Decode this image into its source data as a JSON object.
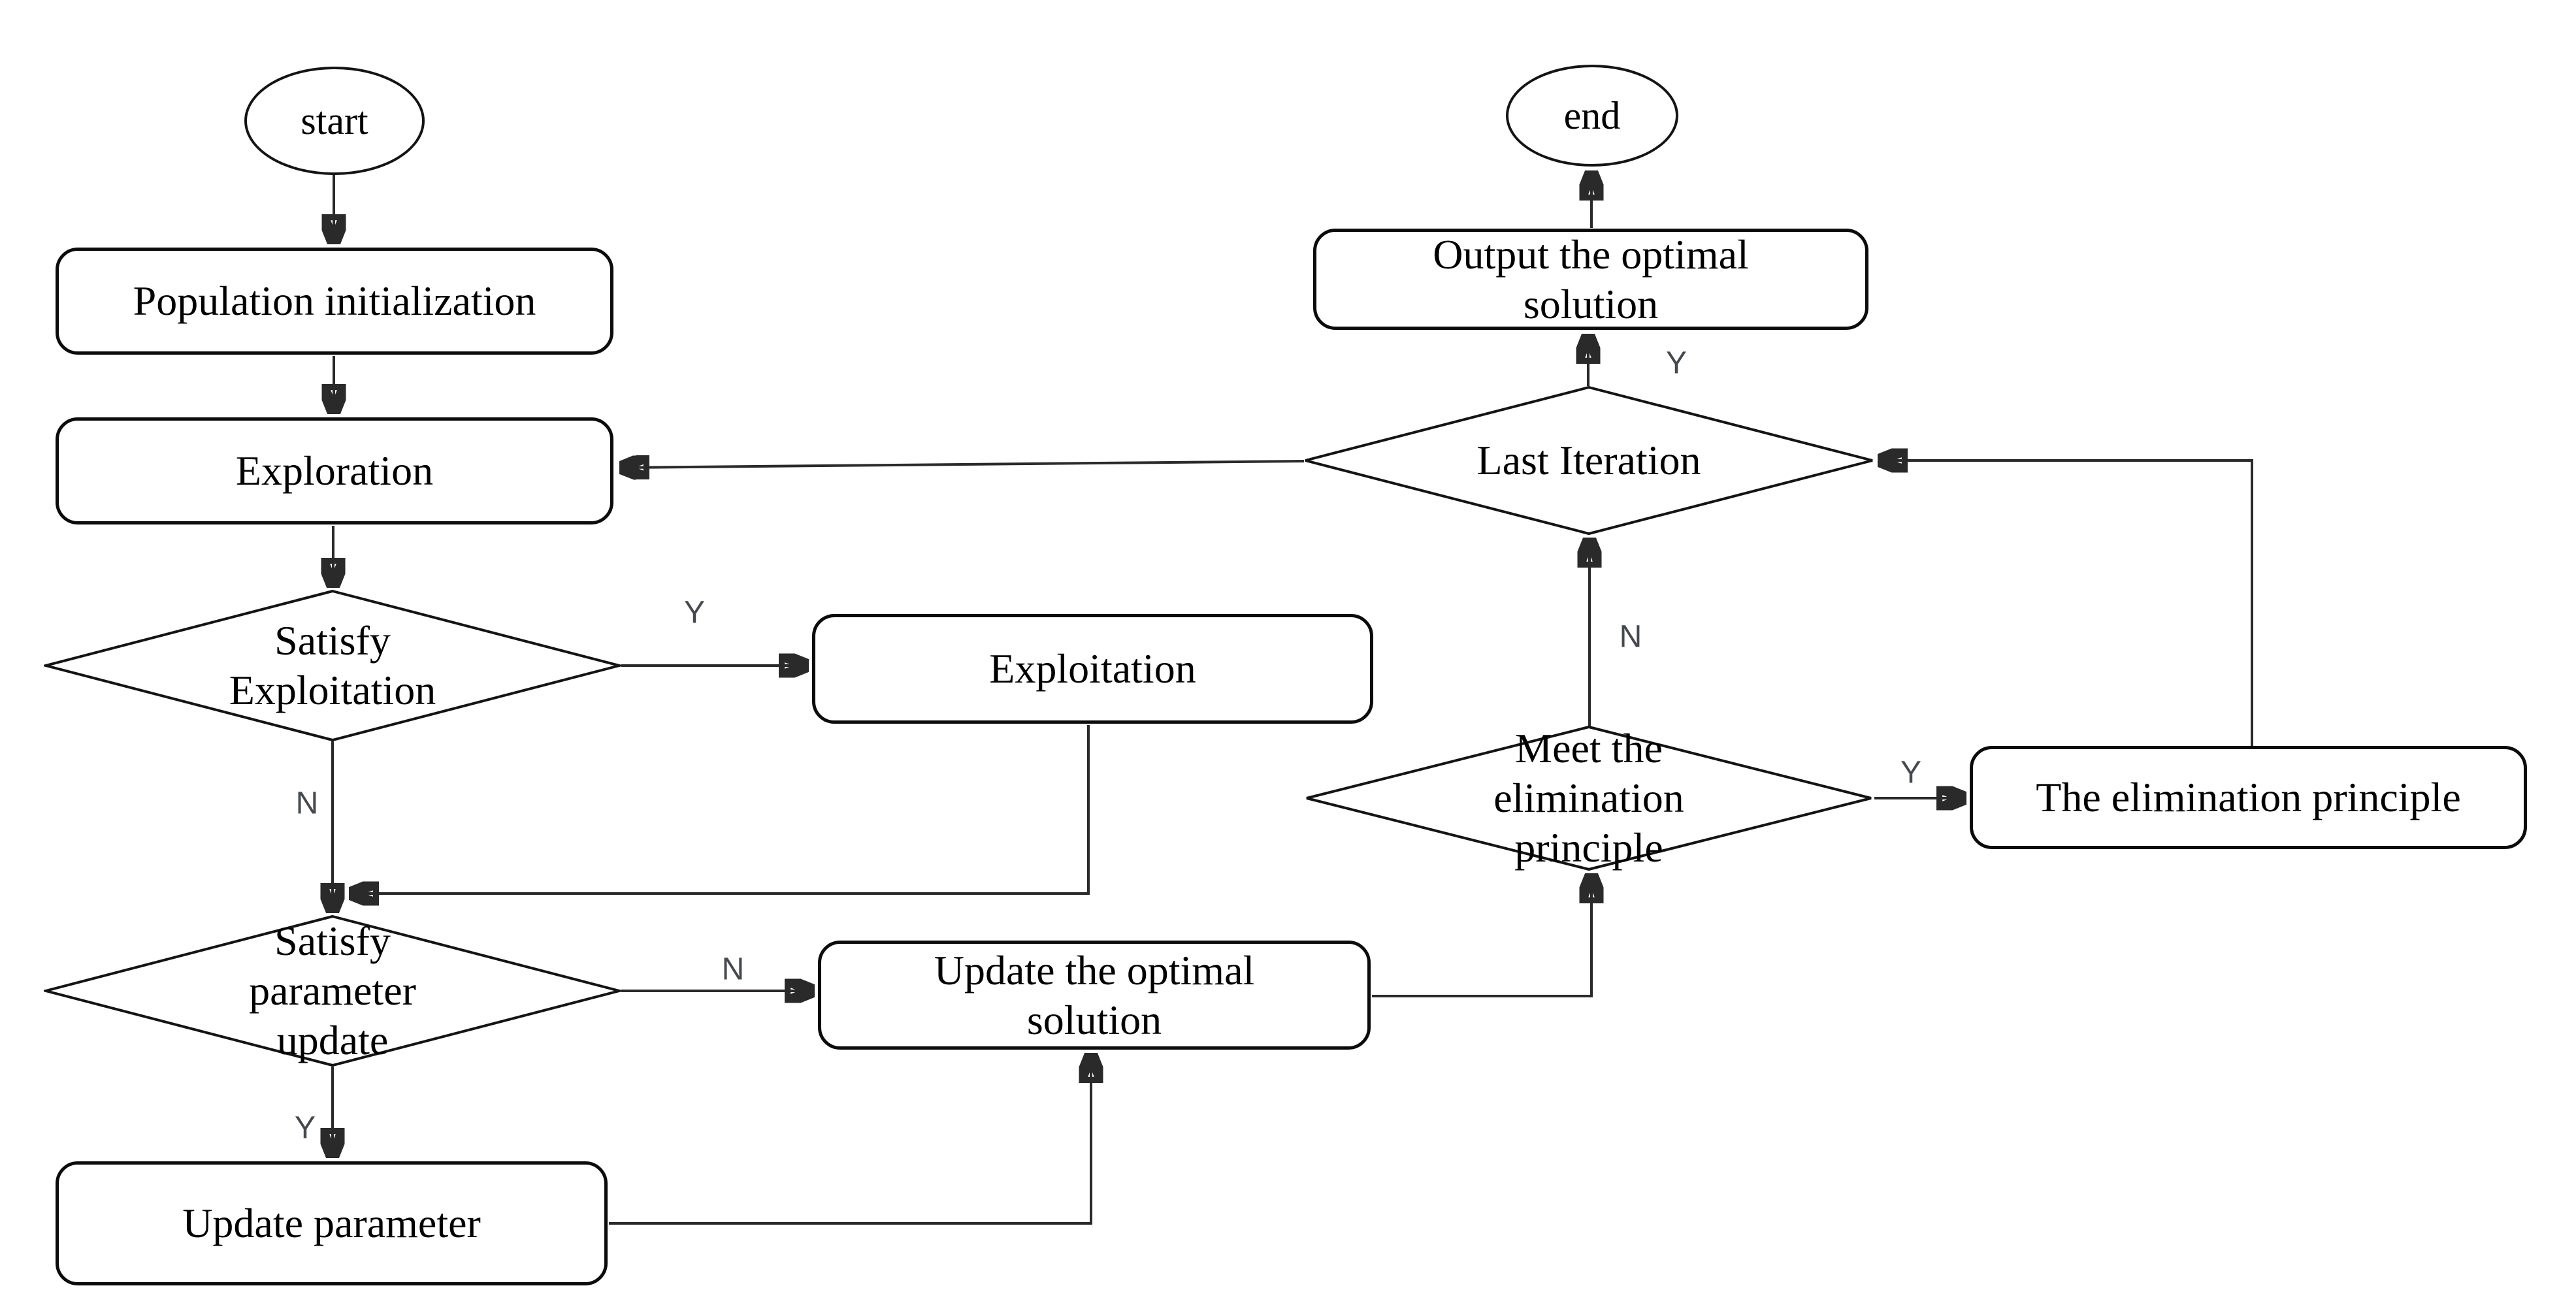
{
  "diagram": {
    "title": "optimization algorithm flowchart",
    "type": "flowchart",
    "colors": {
      "background": "#ffffff",
      "shape_stroke": "#0b0b0b",
      "connector": "#2a2a2a",
      "text": "#000000",
      "branch_label": "#45494e"
    }
  },
  "nodes": {
    "start": {
      "label": "start",
      "shape": "ellipse"
    },
    "population_init": {
      "label": "Population initialization",
      "shape": "rounded-rect"
    },
    "exploration": {
      "label": "Exploration",
      "shape": "rounded-rect"
    },
    "satisfy_exploitation": {
      "label": "Satisfy\nExploitation",
      "shape": "diamond"
    },
    "exploitation": {
      "label": "Exploitation",
      "shape": "rounded-rect"
    },
    "satisfy_parameter_update": {
      "label": "Satisfy\nparameter\nupdate",
      "shape": "diamond"
    },
    "update_optimal_solution": {
      "label": "Update the optimal\nsolution",
      "shape": "rounded-rect"
    },
    "update_parameter": {
      "label": "Update parameter",
      "shape": "rounded-rect"
    },
    "meet_elimination_principle": {
      "label": "Meet the\nelimination\nprinciple",
      "shape": "diamond"
    },
    "elimination_principle": {
      "label": "The elimination principle",
      "shape": "rounded-rect"
    },
    "last_iteration": {
      "label": "Last Iteration",
      "shape": "diamond"
    },
    "output_optimal_solution": {
      "label": "Output the optimal\nsolution",
      "shape": "rounded-rect"
    },
    "end": {
      "label": "end",
      "shape": "ellipse"
    }
  },
  "edge_labels": {
    "satisfy_exploitation_yes": "Y",
    "satisfy_exploitation_no": "N",
    "satisfy_parameter_update_no": "N",
    "satisfy_parameter_update_yes": "Y",
    "meet_elimination_no": "N",
    "meet_elimination_yes": "Y",
    "last_iteration_yes": "Y"
  }
}
